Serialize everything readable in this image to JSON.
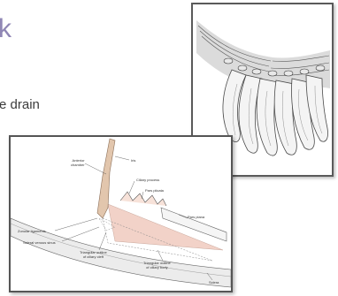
{
  "slide": {
    "title_fragment": "k",
    "body_fragment": "e drain"
  },
  "figure_bottom": {
    "labels": {
      "iris": "Iris",
      "anterior_chamber": "Anterior\nchamber",
      "ciliary_process": "Ciliary process",
      "pars_plicata": "Pars plicata",
      "pars_plana": "Pars plana",
      "zonular_ligaments": "Zonular ligaments",
      "scleral_venous_sinus": "Scleral venous sinus",
      "triangular_outline_ciliary_cleft": "Triangular outline\nof ciliary cleft",
      "triangular_outline_ciliary_body": "Triangular outline\nof ciliary body",
      "sclera": "Sclera"
    }
  },
  "colors": {
    "title": "#8f86b4",
    "figure_border": "#555555",
    "iris_fill": "#e2c6ad",
    "ciliary_fill": "#f2d2c8"
  }
}
